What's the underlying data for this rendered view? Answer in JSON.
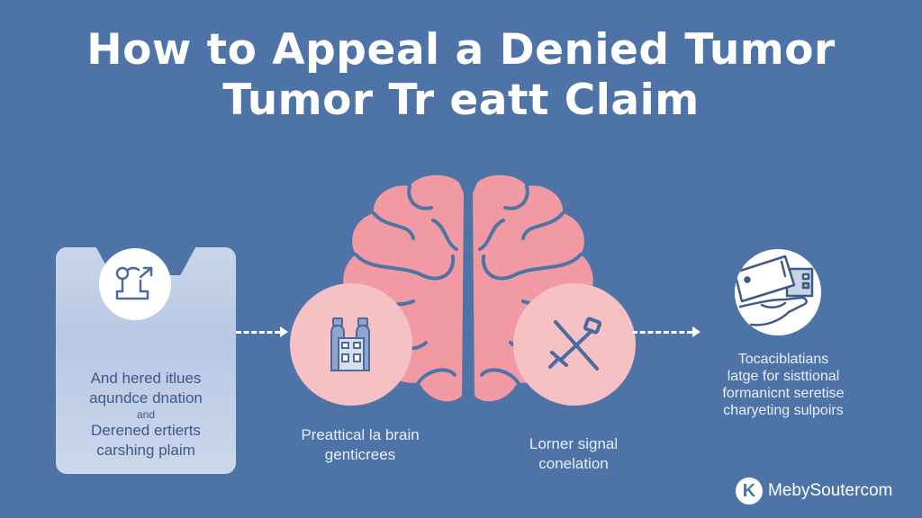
{
  "header": {
    "title_line1": "How to Appeal a Denied Tumor",
    "title_line2": "Tumor Tr eatt Claim"
  },
  "colors": {
    "background": "#4e73a6",
    "brain_pink": "#f29aa3",
    "circle_pink": "#f6c1c4",
    "icon_blue": "#4a6aa0",
    "card_bg": "#c4d2e9"
  },
  "steps": [
    {
      "icon": "person-arrow-icon",
      "text_line1": "And hered itlues",
      "text_line2": "aqundce dnation",
      "text_small": "and",
      "text_line3": "Derened ertierts",
      "text_line4": "carshing plaim"
    },
    {
      "icon": "building-bottles-icon",
      "text_line1": "Preattical la brain",
      "text_line2": "genticrees"
    },
    {
      "icon": "crossed-tools-icon",
      "text_line1": "Lorner signal",
      "text_line2": "conelation"
    },
    {
      "icon": "hand-card-icon",
      "text_line1": "Tocaciblatians",
      "text_line2": "latge for sisttional",
      "text_line3": "formanicnt seretise",
      "text_line4": "charyeting sulpoirs"
    }
  ],
  "brand": {
    "logo_letter": "K",
    "name": "MebySoutercom"
  }
}
